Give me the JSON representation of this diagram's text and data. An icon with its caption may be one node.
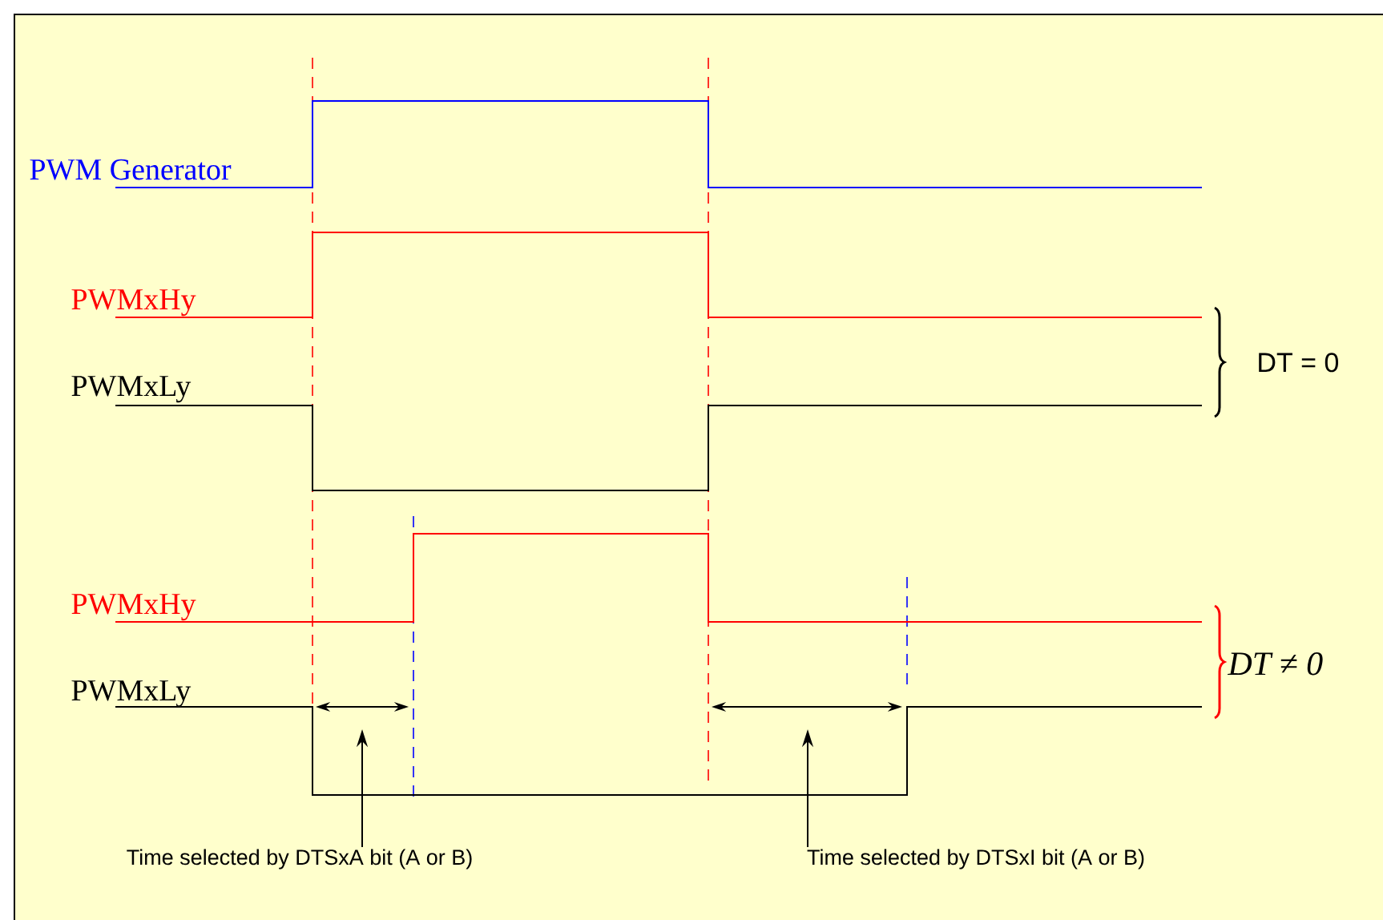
{
  "diagram": {
    "nodes": [
      {
        "text": [
          "Time selected by DTSxA bit (A or B)"
        ]
      },
      {
        "text": [
          "Time selected by DTSxI bit (A or B)"
        ]
      }
    ],
    "edges": [
      {
        "from": 0,
        "to": null,
        "arrow": "to"
      },
      {
        "from": 1,
        "to": null,
        "arrow": "to"
      }
    ],
    "labels": [
      "PWM Generator",
      "PWMxHy",
      "PWMxLy",
      "DT = 0",
      "PWMxHy",
      "PWMxLy",
      "DT ≠ 0"
    ]
  }
}
